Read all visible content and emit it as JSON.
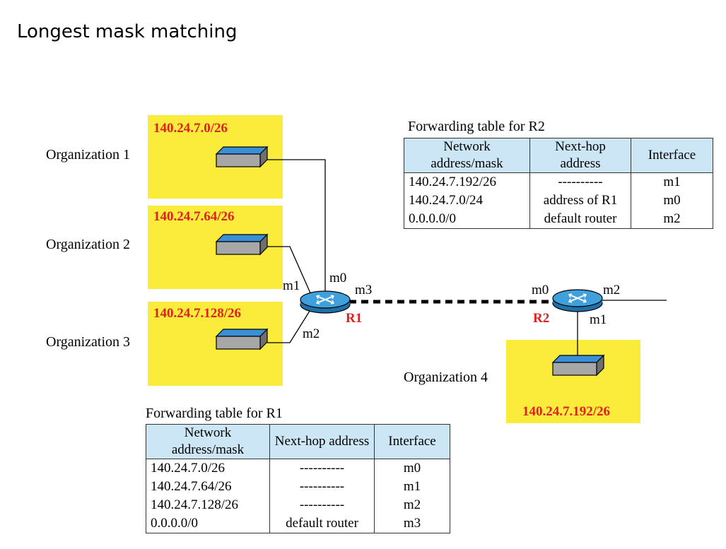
{
  "title": "Longest mask matching",
  "organizations": [
    {
      "label": "Organization 1",
      "address": "140.24.7.0/26"
    },
    {
      "label": "Organization 2",
      "address": "140.24.7.64/26"
    },
    {
      "label": "Organization 3",
      "address": "140.24.7.128/26"
    },
    {
      "label": "Organization 4",
      "address": "140.24.7.192/26"
    }
  ],
  "routers": {
    "r1": {
      "name": "R1",
      "ports": {
        "m0": "m0",
        "m1": "m1",
        "m2": "m2",
        "m3": "m3"
      }
    },
    "r2": {
      "name": "R2",
      "ports": {
        "m0": "m0",
        "m1": "m1",
        "m2": "m2"
      }
    }
  },
  "table_r2": {
    "caption": "Forwarding table for R2",
    "headers": [
      "Network address/mask",
      "Next-hop address",
      "Interface"
    ],
    "rows": [
      [
        "140.24.7.192/26",
        "----------",
        "m1"
      ],
      [
        "140.24.7.0/24",
        "address of R1",
        "m0"
      ],
      [
        "0.0.0.0/0",
        "default router",
        "m2"
      ]
    ]
  },
  "table_r1": {
    "caption": "Forwarding table for R1",
    "headers": [
      "Network address/mask",
      "Next-hop address",
      "Interface"
    ],
    "rows": [
      [
        "140.24.7.0/26",
        "----------",
        "m0"
      ],
      [
        "140.24.7.64/26",
        "----------",
        "m1"
      ],
      [
        "140.24.7.128/26",
        "----------",
        "m2"
      ],
      [
        "0.0.0.0/0",
        "default router",
        "m3"
      ]
    ]
  },
  "colors": {
    "org_fill": "#fbeb3b",
    "address_text": "#e02020",
    "router_fill": "#3fa0dc",
    "table_header": "#cce6f5",
    "host_top": "#3b8fd6",
    "host_side": "#a7a7a7"
  }
}
